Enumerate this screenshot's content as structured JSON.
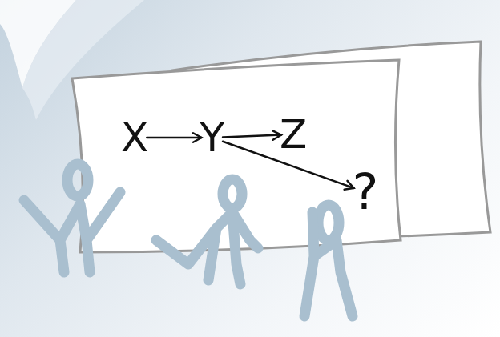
{
  "diagram": {
    "nodes": [
      {
        "text": [
          "X"
        ]
      },
      {
        "text": [
          "Y"
        ]
      },
      {
        "text": [
          "Z"
        ]
      },
      {
        "text": [
          "?"
        ]
      }
    ],
    "edges": [
      {
        "from": 0,
        "to": 1,
        "arrow": "to"
      },
      {
        "from": 1,
        "to": 2,
        "arrow": "to"
      },
      {
        "from": 1,
        "to": 3,
        "arrow": "to"
      }
    ]
  }
}
